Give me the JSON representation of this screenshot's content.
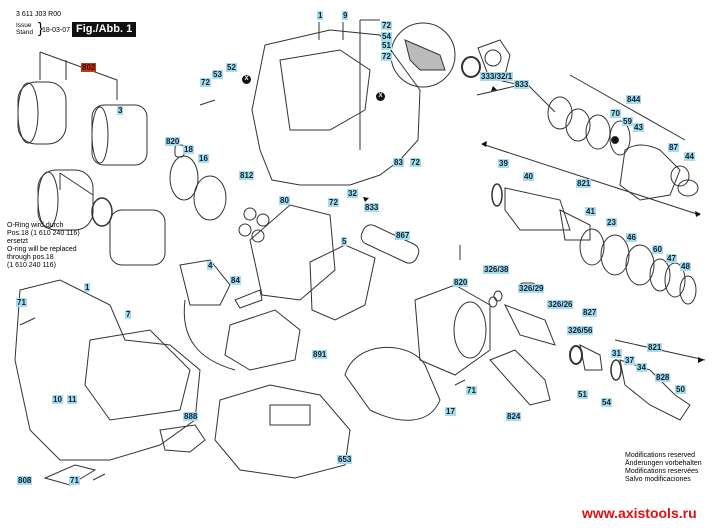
{
  "header": {
    "doc_number": "3 611 J03 R00",
    "issue_label": "Issue\nStand",
    "issue_date": "18-03-07",
    "figure_label": "Fig./Abb. 1"
  },
  "notes": {
    "oring_note": [
      "O-Ring wird durch",
      "Pos.18 (1 610 240 116)",
      "ersetzt",
      "O-ring will be replaced",
      "through pos.18",
      "(1 610 240 116)"
    ],
    "modifications": [
      "Modifications reserved",
      "Änderungen vorbehalten",
      "Modifications reservées",
      "Salvo modificaciones"
    ],
    "watermark": "www.axistools.ru"
  },
  "markers": {
    "x_marker": "X"
  },
  "colors": {
    "label_bg": "#a8dce8",
    "label_highlight_bg": "#c0391b",
    "watermark": "#e01010",
    "line": "#222222"
  },
  "callouts": [
    {
      "id": "802",
      "highlight": true
    },
    {
      "id": "3"
    },
    {
      "id": "1"
    },
    {
      "id": "9"
    },
    {
      "id": "72"
    },
    {
      "id": "53"
    },
    {
      "id": "52"
    },
    {
      "id": "72"
    },
    {
      "id": "54"
    },
    {
      "id": "51"
    },
    {
      "id": "72"
    },
    {
      "id": "333/32/1"
    },
    {
      "id": "833"
    },
    {
      "id": "844"
    },
    {
      "id": "70"
    },
    {
      "id": "59"
    },
    {
      "id": "43"
    },
    {
      "id": "87"
    },
    {
      "id": "44"
    },
    {
      "id": "820"
    },
    {
      "id": "18"
    },
    {
      "id": "16"
    },
    {
      "id": "812"
    },
    {
      "id": "83"
    },
    {
      "id": "72"
    },
    {
      "id": "32"
    },
    {
      "id": "72"
    },
    {
      "id": "833"
    },
    {
      "id": "80"
    },
    {
      "id": "39"
    },
    {
      "id": "40"
    },
    {
      "id": "821"
    },
    {
      "id": "41"
    },
    {
      "id": "23"
    },
    {
      "id": "46"
    },
    {
      "id": "60"
    },
    {
      "id": "47"
    },
    {
      "id": "48"
    },
    {
      "id": "867"
    },
    {
      "id": "5"
    },
    {
      "id": "4"
    },
    {
      "id": "84"
    },
    {
      "id": "820"
    },
    {
      "id": "326/38"
    },
    {
      "id": "326/29"
    },
    {
      "id": "326/26"
    },
    {
      "id": "827"
    },
    {
      "id": "326/56"
    },
    {
      "id": "31"
    },
    {
      "id": "37"
    },
    {
      "id": "34"
    },
    {
      "id": "821"
    },
    {
      "id": "828"
    },
    {
      "id": "50"
    },
    {
      "id": "51"
    },
    {
      "id": "54"
    },
    {
      "id": "71"
    },
    {
      "id": "1"
    },
    {
      "id": "7"
    },
    {
      "id": "891"
    },
    {
      "id": "71"
    },
    {
      "id": "17"
    },
    {
      "id": "824"
    },
    {
      "id": "10"
    },
    {
      "id": "11"
    },
    {
      "id": "888"
    },
    {
      "id": "653"
    },
    {
      "id": "808"
    },
    {
      "id": "71"
    }
  ]
}
